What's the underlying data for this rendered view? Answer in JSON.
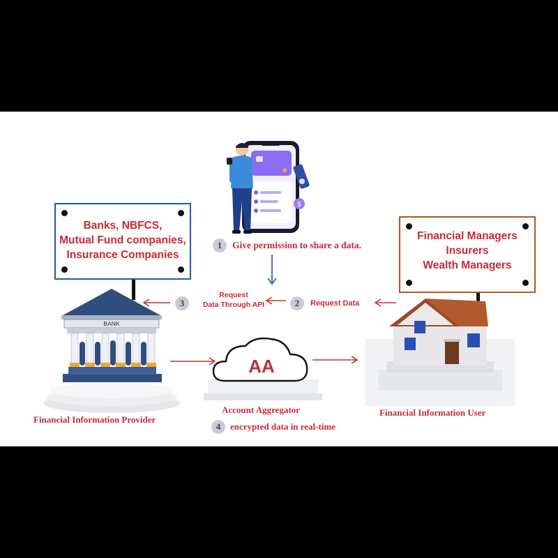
{
  "left_board": {
    "lines": [
      "Banks, NBFCS,",
      "Mutual Fund companies,",
      "Insurance Companies"
    ]
  },
  "right_board": {
    "lines": [
      "Financial Managers",
      "Insurers",
      "Wealth Managers"
    ]
  },
  "bank_sign": "BANK",
  "aa_logo": "AA",
  "steps": [
    {
      "num": "1",
      "text": "Give permission to share a data."
    },
    {
      "num": "2",
      "text": "Request Data"
    },
    {
      "num": "3",
      "text_lines": [
        "Request",
        "Data Through API"
      ]
    },
    {
      "num": "4",
      "text": "encrypted data in real-time"
    }
  ],
  "nodes": {
    "provider": "Financial Information Provider",
    "aggregator": "Account Aggregator",
    "user": "Financial Information User"
  },
  "colors": {
    "accent_red": "#c62a34",
    "arrow_red": "#c0303a",
    "arrow_blue": "#2b4f9a",
    "bank_blue": "#2f4e7e",
    "house_roof": "#9b4a25"
  }
}
